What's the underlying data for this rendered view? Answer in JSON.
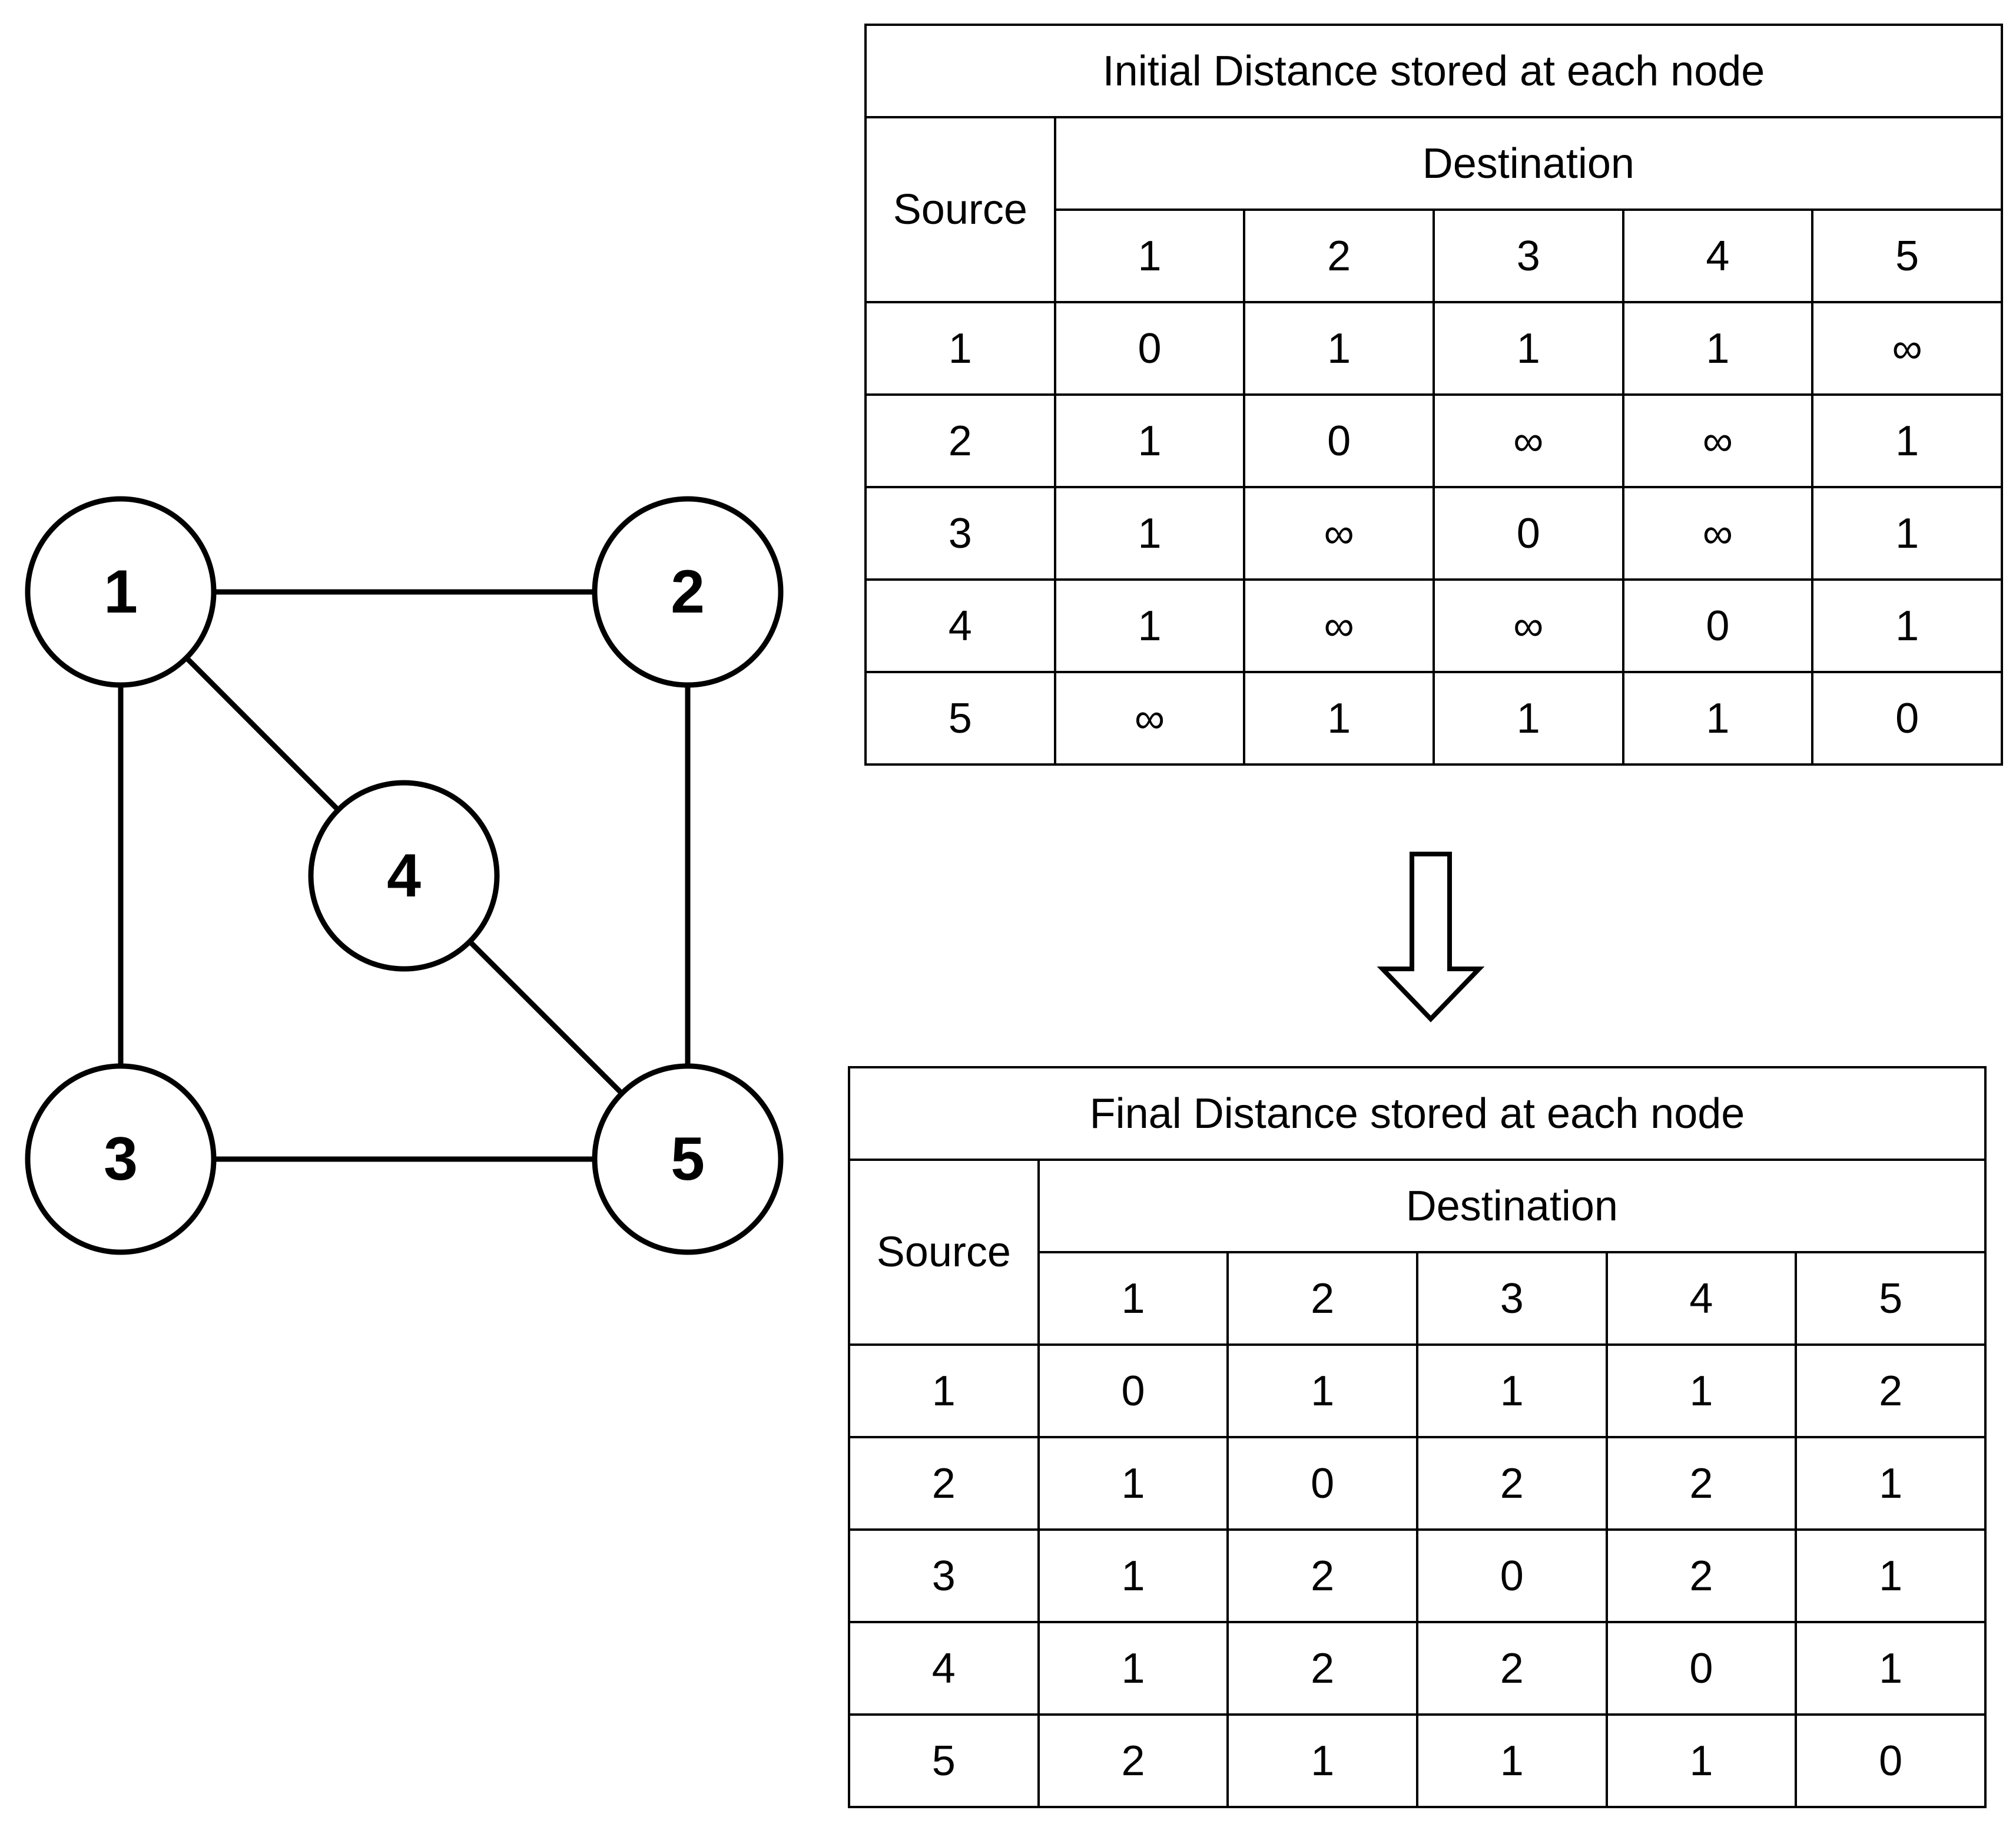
{
  "graph": {
    "nodes": [
      {
        "id": "1",
        "label": "1"
      },
      {
        "id": "2",
        "label": "2"
      },
      {
        "id": "3",
        "label": "3"
      },
      {
        "id": "4",
        "label": "4"
      },
      {
        "id": "5",
        "label": "5"
      }
    ],
    "edges": [
      [
        "1",
        "2"
      ],
      [
        "1",
        "3"
      ],
      [
        "1",
        "4"
      ],
      [
        "2",
        "5"
      ],
      [
        "3",
        "5"
      ],
      [
        "4",
        "5"
      ]
    ]
  },
  "initial_table": {
    "title": "Initial Distance stored at each node",
    "source_label": "Source",
    "destination_label": "Destination",
    "columns": [
      "1",
      "2",
      "3",
      "4",
      "5"
    ],
    "rows": [
      {
        "source": "1",
        "values": [
          "0",
          "1",
          "1",
          "1",
          "∞"
        ]
      },
      {
        "source": "2",
        "values": [
          "1",
          "0",
          "∞",
          "∞",
          "1"
        ]
      },
      {
        "source": "3",
        "values": [
          "1",
          "∞",
          "0",
          "∞",
          "1"
        ]
      },
      {
        "source": "4",
        "values": [
          "1",
          "∞",
          "∞",
          "0",
          "1"
        ]
      },
      {
        "source": "5",
        "values": [
          "∞",
          "1",
          "1",
          "1",
          "0"
        ]
      }
    ]
  },
  "final_table": {
    "title": "Final Distance stored at each node",
    "source_label": "Source",
    "destination_label": "Destination",
    "columns": [
      "1",
      "2",
      "3",
      "4",
      "5"
    ],
    "rows": [
      {
        "source": "1",
        "values": [
          "0",
          "1",
          "1",
          "1",
          "2"
        ]
      },
      {
        "source": "2",
        "values": [
          "1",
          "0",
          "2",
          "2",
          "1"
        ]
      },
      {
        "source": "3",
        "values": [
          "1",
          "2",
          "0",
          "2",
          "1"
        ]
      },
      {
        "source": "4",
        "values": [
          "1",
          "2",
          "2",
          "0",
          "1"
        ]
      },
      {
        "source": "5",
        "values": [
          "2",
          "1",
          "1",
          "1",
          "0"
        ]
      }
    ]
  }
}
